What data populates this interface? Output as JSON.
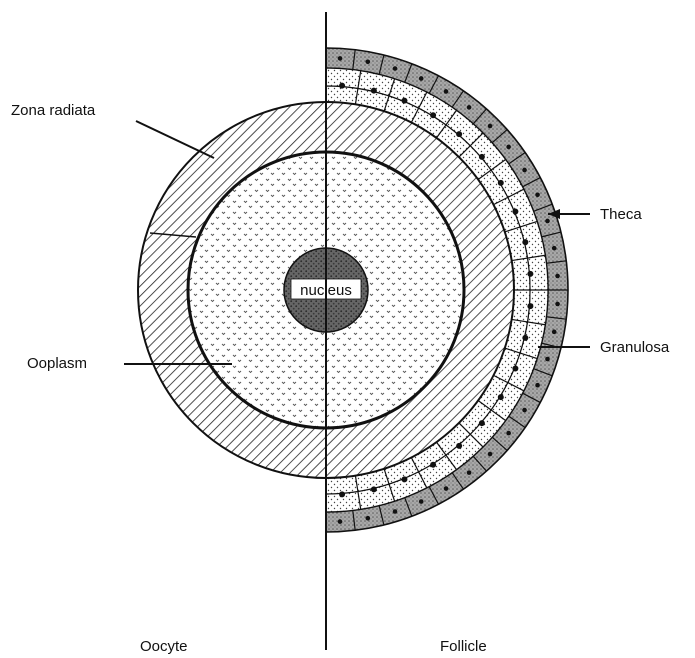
{
  "labels": {
    "zona_radiata": "Zona radiata",
    "ooplasm": "Ooplasm",
    "nucleus": "nucleus",
    "theca": "Theca",
    "granulosa": "Granulosa",
    "oocyte": "Oocyte",
    "follicle": "Follicle"
  },
  "colors": {
    "ink": "#111111",
    "background": "#ffffff",
    "theca_fill": "#9a9a9a",
    "nucleus_fill": "#555555"
  }
}
